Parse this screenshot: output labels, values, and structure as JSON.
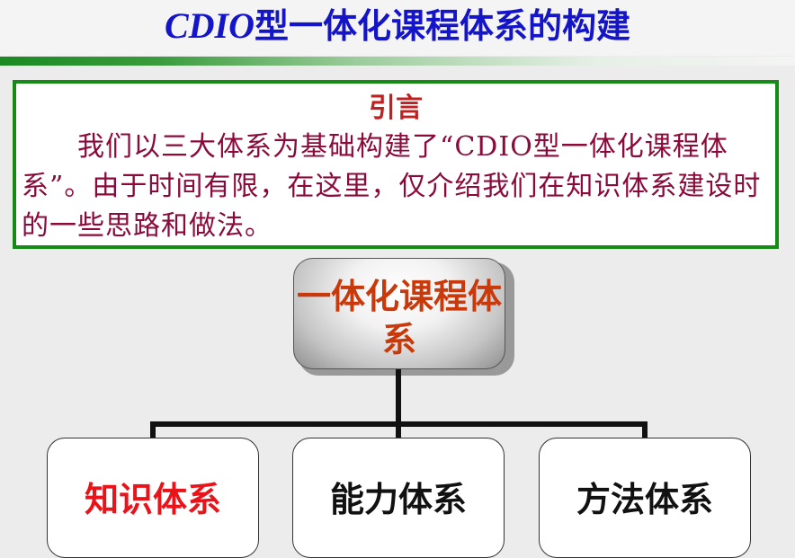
{
  "header": {
    "title_prefix": "CDIO",
    "title_rest": "型一体化课程体系的构建"
  },
  "intro": {
    "heading": "引言",
    "text": "我们以三大体系为基础构建了“CDIO型一体化课程体系”。由于时间有限，在这里，仅介绍我们在知识体系建设时的一些思路和做法。"
  },
  "diagram": {
    "root": "一体化课程体系",
    "children": [
      {
        "label": "知识体系",
        "color": "#e8141a"
      },
      {
        "label": "能力体系",
        "color": "#111111"
      },
      {
        "label": "方法体系",
        "color": "#111111"
      }
    ]
  },
  "colors": {
    "title": "#1414c8",
    "intro_heading": "#c02020",
    "intro_text": "#8b0a3a",
    "border": "#158a15",
    "root_label": "#c83a0c"
  }
}
